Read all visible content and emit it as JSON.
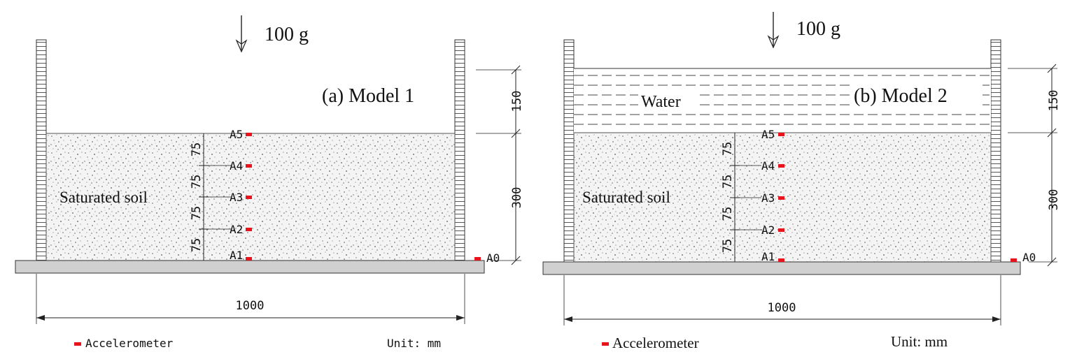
{
  "figure": {
    "gravity_label": "100 g",
    "width_dim_label": "1000",
    "legend_label": "Accelerometer",
    "unit_label": "Unit: mm",
    "soil_label": "Saturated soil",
    "water_label": "Water",
    "dim_150": "150",
    "dim_300": "300",
    "dim_75": "75",
    "accel_color": "#e8141b",
    "sensors": [
      "A5",
      "A4",
      "A3",
      "A2",
      "A1"
    ],
    "base_sensor": "A0"
  },
  "panels": [
    {
      "title": "(a) Model 1"
    },
    {
      "title": "(b) Model 2"
    }
  ]
}
